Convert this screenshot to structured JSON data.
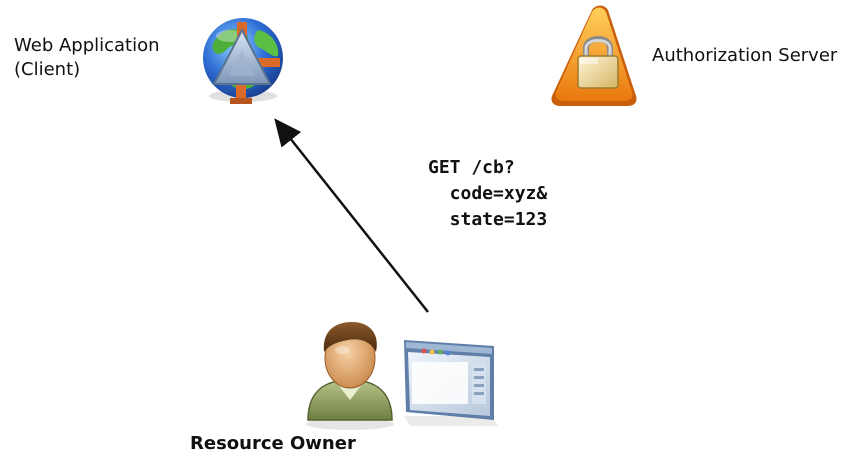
{
  "actors": {
    "client": {
      "line1": "Web Application",
      "line2": "(Client)",
      "icon": "globe-app-icon"
    },
    "auth_server": {
      "label": "Authorization Server",
      "icon": "lock-warning-icon"
    },
    "resource_owner": {
      "label": "Resource Owner",
      "icon": "user-icon",
      "browser_icon": "browser-window-icon"
    }
  },
  "request": {
    "line1": "GET /cb?",
    "line2": "  code=xyz&",
    "line3": "  state=123"
  },
  "colors": {
    "arrow": "#111111",
    "globe_ocean": "#2f6fd6",
    "globe_land": "#4caf3a",
    "lock_warning": "#f29a1f",
    "person_face": "#e8b07a",
    "person_shirt": "#8a9a5b"
  }
}
